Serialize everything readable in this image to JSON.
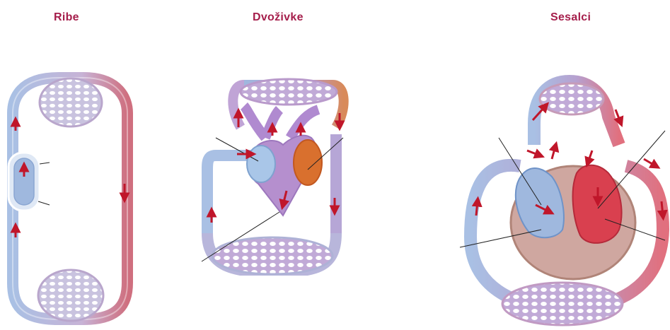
{
  "titles": {
    "fish": "Ribe",
    "amphibians": "Dvoživke",
    "mammals": "Sesalci"
  },
  "colors": {
    "title": "#a51e4b",
    "oxygen_poor": "#9fb8de",
    "oxygen_rich": "#d85a6a",
    "mixed": "#b48cc8",
    "arrow": "#c0162a"
  }
}
